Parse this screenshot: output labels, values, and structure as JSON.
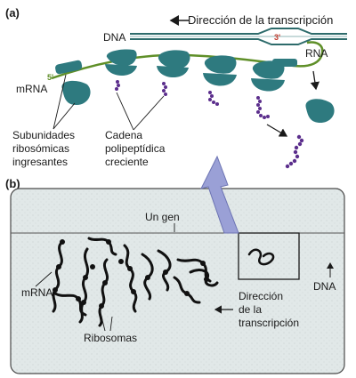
{
  "panel_a": {
    "tag": "(a)",
    "direction_label": "Dirección de la transcripción",
    "dna_label": "DNA",
    "rna_label": "RNA",
    "mrna_label": "mRNA",
    "five_prime": "5'",
    "three_prime": "3'",
    "subunits_label": [
      "Subunidades",
      "ribosómicas",
      "ingresantes"
    ],
    "chain_label": [
      "Cadena",
      "polipeptídica",
      "creciente"
    ]
  },
  "panel_b": {
    "tag": "(b)",
    "gene_label": "Un gen",
    "mrna_label": "mRNA",
    "dna_label": "DNA",
    "direction_label": [
      "Dirección",
      "de la",
      "transcripción"
    ],
    "ribosomes_label": "Ribosomas"
  },
  "colors": {
    "ribosome": "#2e7a7f",
    "mrna": "#5f8f28",
    "dna": "#2d6b6b",
    "polypeptide": "#5b2e8c",
    "arrow_fill": "#9aa0d6",
    "micrograph_bg": "#dfe6e6"
  }
}
